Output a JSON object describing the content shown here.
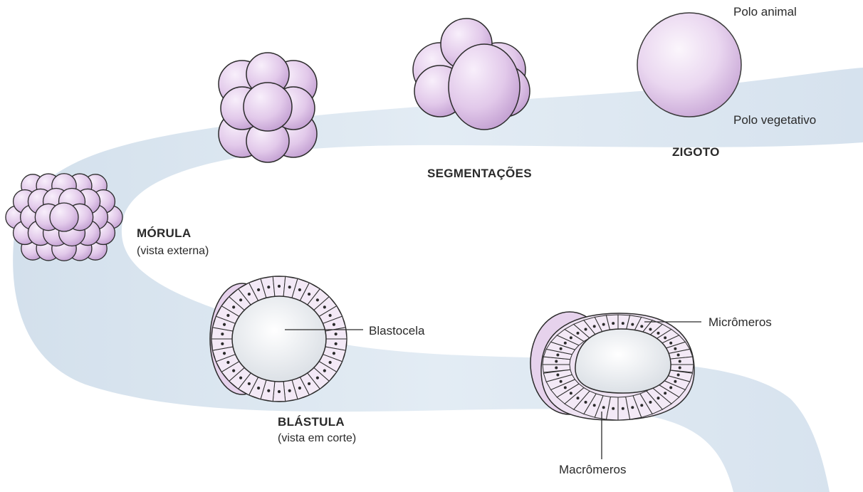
{
  "labels": {
    "polo_animal": "Polo animal",
    "polo_vegetativo": "Polo vegetativo",
    "zigoto": "ZIGOTO",
    "segmentacoes": "SEGMENTAÇÕES",
    "morula": "MÓRULA",
    "morula_sub": "(vista externa)",
    "blastocela": "Blastocela",
    "blastula": "BLÁSTULA",
    "blastula_sub": "(vista em corte)",
    "micromeros": "Micrômeros",
    "macromeros": "Macrômeros"
  },
  "colors": {
    "band": "#dbe6f0",
    "cell": "#e9d6ef",
    "cell_shadow": "#c9a8d6",
    "outline": "#2b2b2b",
    "cavity": "#f1f3f5"
  }
}
